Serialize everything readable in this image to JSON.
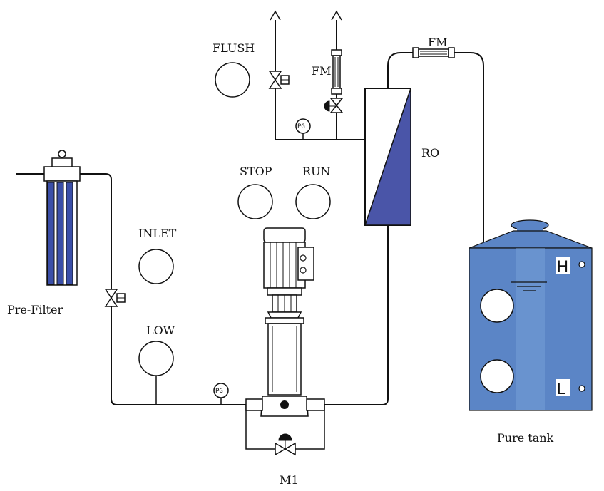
{
  "labels": {
    "flush": "FLUSH",
    "fm_top": "FM",
    "fm_right": "FM",
    "ro": "RO",
    "stop": "STOP",
    "run": "RUN",
    "inlet": "INLET",
    "low": "LOW",
    "pre_filter": "Pre-Filter",
    "pure_tank": "Pure tank",
    "m1": "M1",
    "pg_top": "PG",
    "pg_bottom": "PG",
    "tank_high": "H",
    "tank_low": "L"
  },
  "colors": {
    "ro_membrane": "#4a55a8",
    "tank_body": "#5b85c6",
    "tank_light": "#7aa3d9",
    "filter_cartridge": "#3b4fa8",
    "line": "#111111"
  }
}
